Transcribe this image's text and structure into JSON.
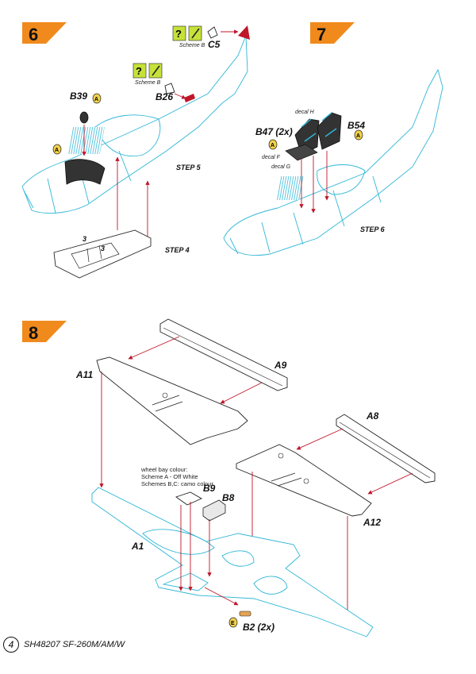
{
  "steps": [
    {
      "number": "6",
      "sublabels": [
        "STEP 5",
        "STEP 4"
      ]
    },
    {
      "number": "7",
      "sublabels": [
        "STEP 6"
      ]
    },
    {
      "number": "8",
      "sublabels": []
    }
  ],
  "parts": {
    "b39": "B39",
    "b26": "B26",
    "c5": "C5",
    "b47": "B47 (2x)",
    "b54": "B54",
    "a9": "A9",
    "a11": "A11",
    "a8": "A8",
    "a12": "A12",
    "a1": "A1",
    "b9": "B9",
    "b8": "B8",
    "b2": "B2 (2x)"
  },
  "scheme_label": "Scheme B",
  "decals": {
    "h": "decal H",
    "f": "decal F",
    "g": "decal G"
  },
  "paint_codes": {
    "a": "A",
    "e": "E"
  },
  "wheel_bay_note": [
    "wheel bay colour:",
    "Scheme A - Off White",
    "Schemes B,C: camo colour"
  ],
  "footer": {
    "page": "4",
    "kit": "SH48207 SF-260M/AM/W"
  },
  "colors": {
    "step_flag": "#f08a1c",
    "arrow": "#c0162a",
    "panel_lines": "#2fb6d6",
    "scheme_badge": "#c6e23a",
    "paint_dot": "#f2d24b"
  }
}
